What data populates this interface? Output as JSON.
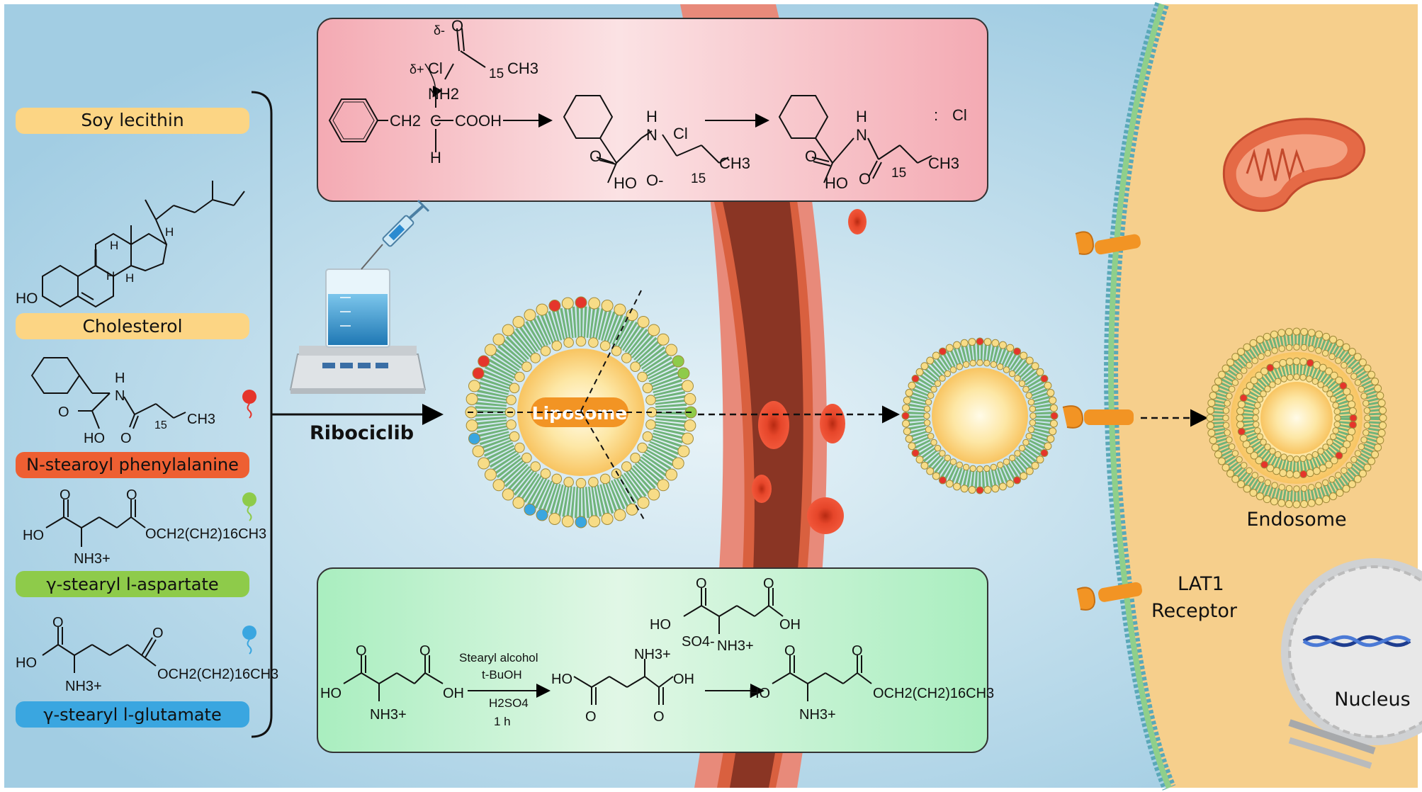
{
  "colors": {
    "background": "#a9d2e6",
    "cytoplasm": "#f6cf8c",
    "vessel_outer": "#e88f7e",
    "vessel_inner": "#8a3524",
    "top_box": "#f6bcc2",
    "bottom_box": "#c3f0cf",
    "label_yellow": "#fcd584",
    "label_orange": "#ee5f32",
    "label_green": "#8ecb4a",
    "label_blue": "#3aa6e0",
    "liposome_label": "#f29424"
  },
  "components": [
    {
      "label": "Soy lecithin",
      "color": "#fcd584",
      "marker": ""
    },
    {
      "label": "Cholesterol",
      "color": "#fcd584",
      "marker": ""
    },
    {
      "label": "N-stearoyl phenylalanine",
      "color": "#ee5f32",
      "marker": "red-lipid-icon"
    },
    {
      "label": "γ-stearyl l-aspartate",
      "color": "#8ecb4a",
      "marker": "green-lipid-icon"
    },
    {
      "label": "γ-stearyl l-glutamate",
      "color": "#3aa6e0",
      "marker": "blue-lipid-icon"
    }
  ],
  "chem": {
    "chol_ho": "HO",
    "phe_h": "H",
    "phe_n": "N",
    "phe_o": "O",
    "phe_ho": "HO",
    "phe_o2": "O",
    "phe_15": "15",
    "phe_ch3": "CH3",
    "asp_o1": "O",
    "asp_o2": "O",
    "asp_ho": "HO",
    "asp_nh3": "NH3+",
    "asp_tail": "OCH2(CH2)16CH3",
    "glu_o1": "O",
    "glu_o2": "O",
    "glu_ho": "HO",
    "glu_nh3": "NH3+",
    "glu_tail": "OCH2(CH2)16CH3"
  },
  "top_reaction": {
    "delta1": "δ-",
    "delta2": "δ+",
    "o": "O",
    "cl": "Cl",
    "sub15": "15",
    "ch3": "CH3",
    "nh2": "NH2",
    "ch2": "CH2",
    "c": "C",
    "cooh": "COOH",
    "h": "H",
    "int_h": "H",
    "int_n": "N",
    "int_cl": "Cl",
    "int_o": "O",
    "int_oh": "HO",
    "int_om": "O-",
    "int_15": "15",
    "int_ch3": "CH3",
    "prod_h": "H",
    "prod_n": "N",
    "prod_o": "O",
    "prod_ho": "HO",
    "prod_o2": "O",
    "prod_15": "15",
    "prod_ch3": "CH3",
    "colon": ":",
    "cl_ion": "Cl"
  },
  "bottom_reaction": {
    "reagent1": "Stearyl alcohol",
    "reagent2": "t-BuOH",
    "reagent3": "H2SO4",
    "reagent4": "1 h",
    "sm_ho": "HO",
    "sm_oh": "OH",
    "sm_o1": "O",
    "sm_o2": "O",
    "sm_nh3": "NH3+",
    "int_ho": "HO",
    "int_oh": "OH",
    "int_o1": "O",
    "int_o2": "O",
    "int_nh3": "NH3+",
    "salt_ho": "HO",
    "salt_oh": "OH",
    "salt_o1": "O",
    "salt_o2": "O",
    "salt_so4": "SO4-",
    "salt_nh3": "NH3+",
    "prod_ho": "HO",
    "prod_o1": "O",
    "prod_o2": "O",
    "prod_nh3": "NH3+",
    "prod_tail": "OCH2(CH2)16CH3"
  },
  "labels": {
    "drug": "Ribociclib",
    "liposome": "Liposome",
    "endosome": "Endosome",
    "receptor_line1": "LAT1",
    "receptor_line2": "Receptor",
    "nucleus": "Nucleus"
  }
}
